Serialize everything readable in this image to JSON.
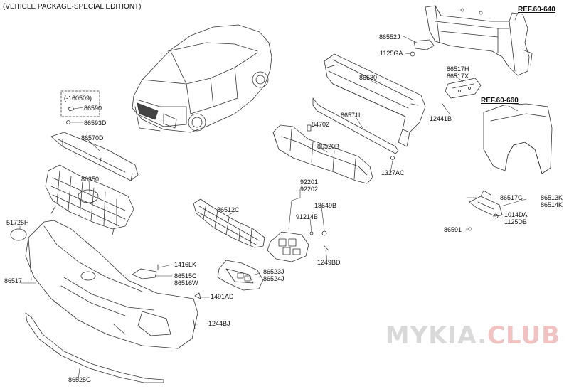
{
  "header": {
    "title": "(VEHICLE PACKAGE-SPECIAL EDITIONT)"
  },
  "refs": {
    "top_right": "REF.60-640",
    "fender": "REF.60-660"
  },
  "watermark": {
    "part1": "MYKIA.",
    "part2": "CLUB"
  },
  "dashed_box": {
    "label": "(-160509)"
  },
  "parts": {
    "p86552J": "86552J",
    "p1125GA": "1125GA",
    "p86530": "86530",
    "p86517H": "86517H",
    "p86517X": "86517X",
    "p12441B": "12441B",
    "p86590": "86590",
    "p86593D": "86593D",
    "p86570D": "86570D",
    "p86571L": "86571L",
    "p84702": "84702",
    "p86520B": "86520B",
    "p1327AC": "1327AC",
    "p86350": "86350",
    "p92201": "92201",
    "p92202": "92202",
    "p18649B": "18649B",
    "p91214B": "91214B",
    "p86512C": "86512C",
    "p51725H": "51725H",
    "p1249BD": "1249BD",
    "p86517G": "86517G",
    "p86513K": "86513K",
    "p86514K": "86514K",
    "p1014DA": "1014DA",
    "p1125DB": "1125DB",
    "p86591": "86591",
    "p86517": "86517",
    "p1416LK": "1416LK",
    "p86515C": "86515C",
    "p86516W": "86516W",
    "p86523J": "86523J",
    "p86524J": "86524J",
    "p1491AD": "1491AD",
    "p1244BJ": "1244BJ",
    "p86525G": "86525G"
  }
}
